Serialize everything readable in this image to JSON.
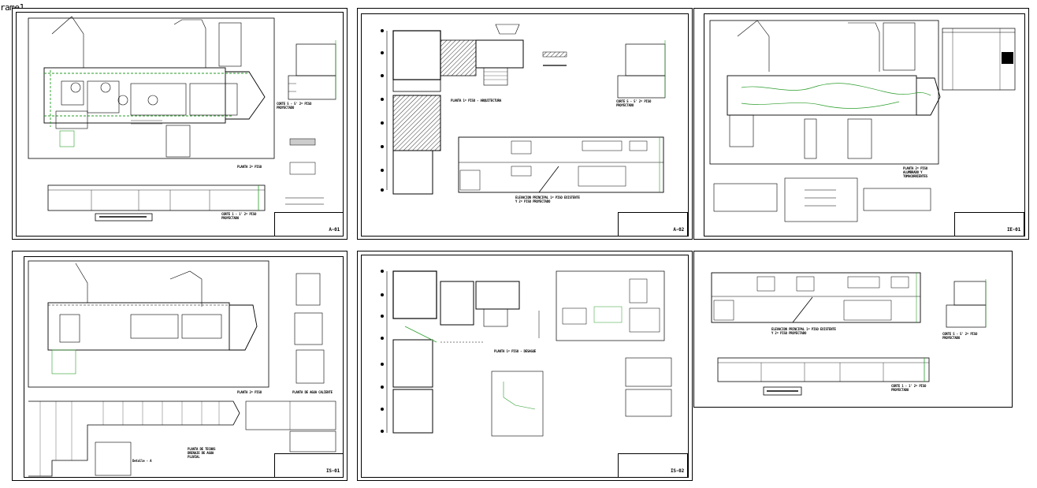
{
  "frame_label": "rame1",
  "sheets": [
    {
      "code": "A-01",
      "labels": [
        "PLANTA 2º PISO",
        "CORTE 5 - 5' 2º PISO\nPROYECTADO",
        "CORTE 1 - 1' 2º PISO\nPROYECTADO"
      ]
    },
    {
      "code": "A-02",
      "labels": [
        "PLANTA 1º PISO - ARQUITECTURA",
        "CORTE 5 - 5' 2º PISO\nPROYECTADO",
        "ELEVACION PRINCIPAL 1º PISO EXISTENTE\nY 2º PISO PROYECTADO"
      ]
    },
    {
      "code": "IE-01",
      "labels": [
        "PLANTA 2º PISO\nALUMBRADO Y\nTOMACORRIENTES"
      ]
    },
    {
      "code": "IS-01",
      "labels": [
        "PLANTA 2º PISO",
        "PLANTA DE AGUA CALIENTE",
        "PLANTA DE TECHOS\nDRENAJE DE AGUA\nPLUVIAL",
        "Detalle - A"
      ]
    },
    {
      "code": "IS-02",
      "labels": [
        "PLANTA 1º PISO - DESAGUE"
      ]
    },
    {
      "code": "",
      "labels": [
        "ELEVACION PRINCIPAL 1º PISO EXISTENTE\nY 2º PISO PROYECTADO",
        "CORTE 5 - 5' 2º PISO\nPROYECTADO",
        "CORTE 1 - 1' 2º PISO\nPROYECTADO"
      ]
    }
  ]
}
